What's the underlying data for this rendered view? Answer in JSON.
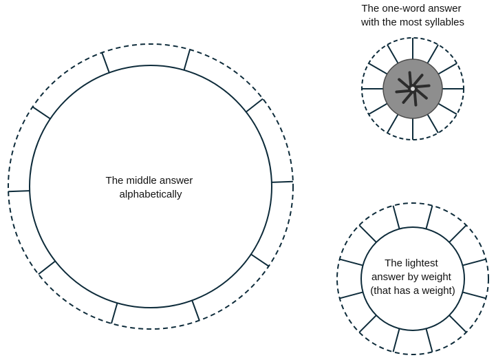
{
  "colors": {
    "stroke": "#0d2b3a",
    "hub_fill": "#8e8e8e",
    "hub_stroke": "#4a4a4a",
    "spoke": "#2c2c2c",
    "background": "#ffffff"
  },
  "wheels": [
    {
      "id": "large",
      "segment_count": 10,
      "labels": [
        "The middle answer",
        "alphabetically"
      ]
    },
    {
      "id": "top-right",
      "segment_count": 12,
      "labels": [
        "The one-word answer",
        "with the most syllables"
      ],
      "hub_icon": "asterisk-hub-icon"
    },
    {
      "id": "bottom-right",
      "segment_count": 12,
      "labels": [
        "The lightest",
        "answer by weight",
        "(that has a weight)"
      ]
    }
  ]
}
